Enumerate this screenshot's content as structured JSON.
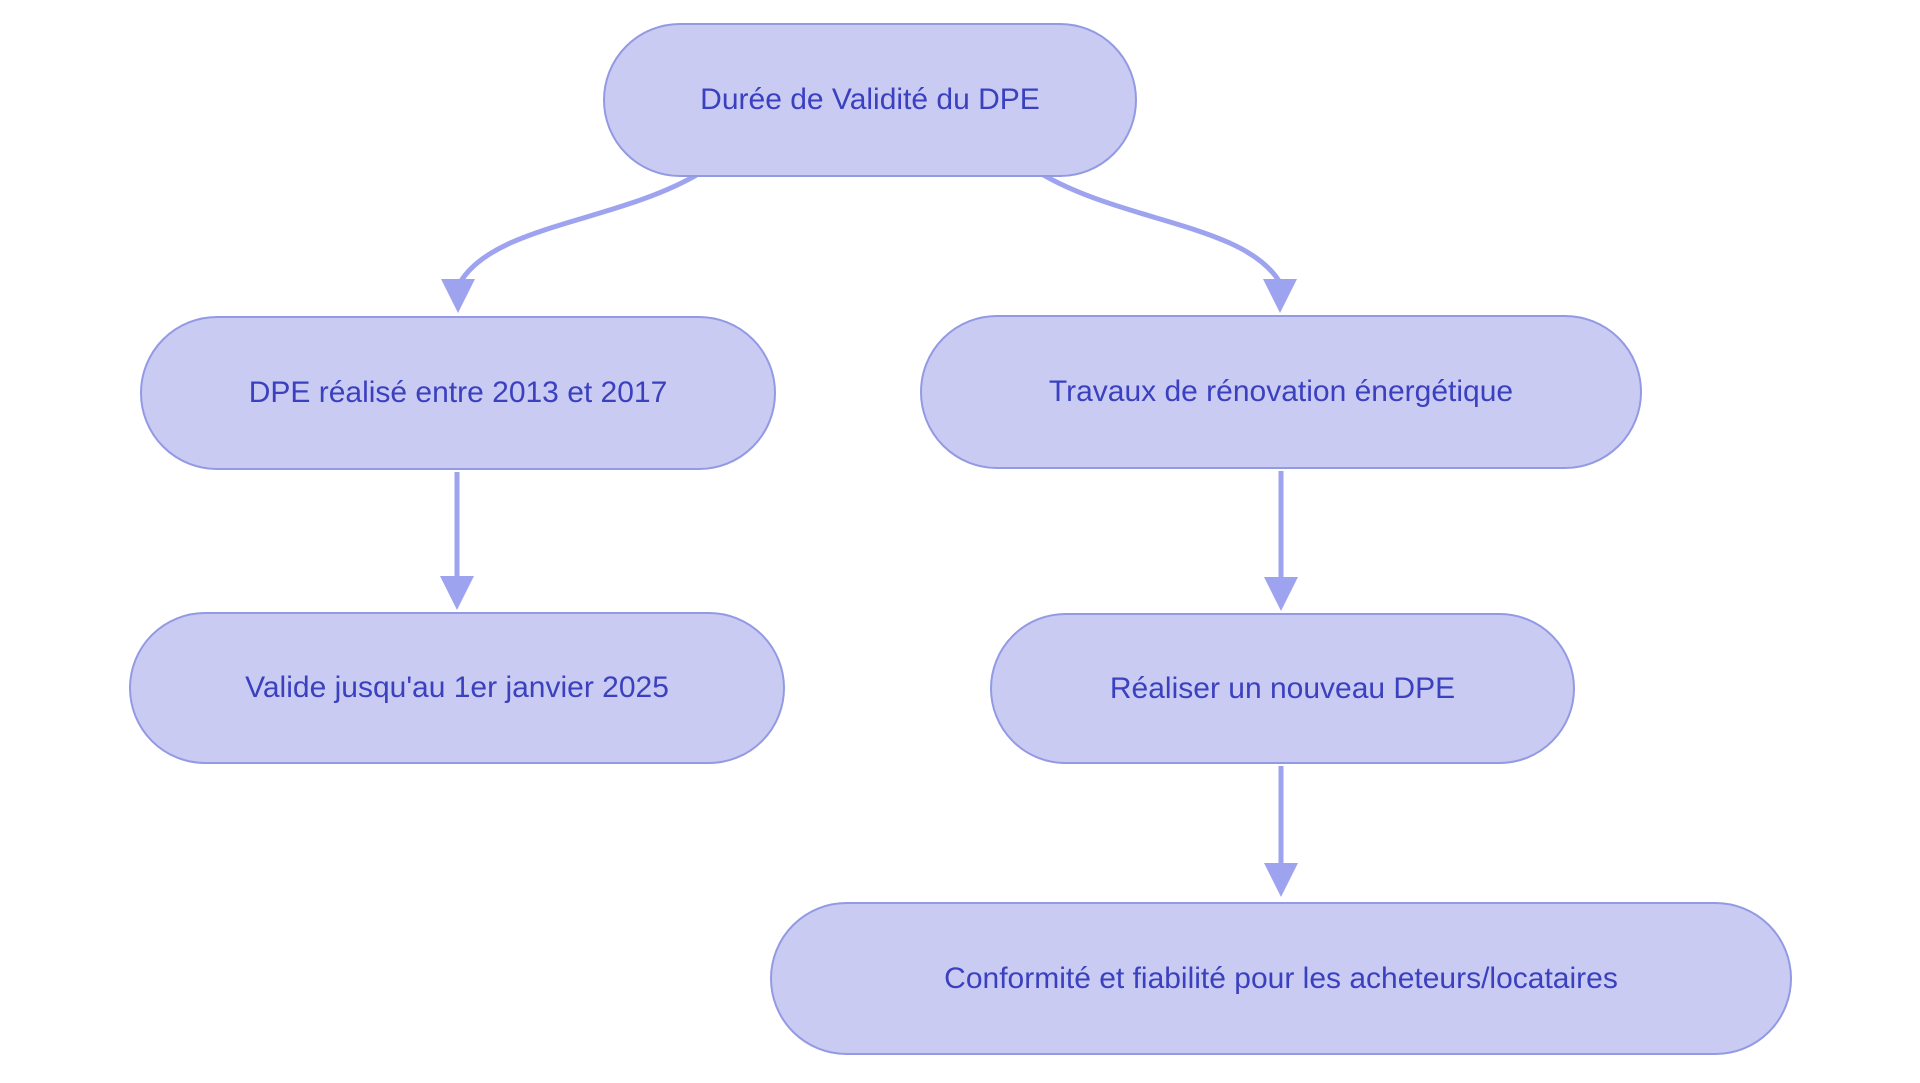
{
  "diagram": {
    "type": "flowchart",
    "direction": "top-down",
    "nodes": [
      {
        "id": "root",
        "label": "Durée de Validité du DPE"
      },
      {
        "id": "left1",
        "label": "DPE réalisé entre 2013 et 2017"
      },
      {
        "id": "right1",
        "label": "Travaux de rénovation énergétique"
      },
      {
        "id": "left2",
        "label": "Valide jusqu'au 1er janvier 2025"
      },
      {
        "id": "right2",
        "label": "Réaliser un nouveau DPE"
      },
      {
        "id": "right3",
        "label": "Conformité et fiabilité pour les acheteurs/locataires"
      }
    ],
    "edges": [
      {
        "from": "root",
        "to": "left1"
      },
      {
        "from": "root",
        "to": "right1"
      },
      {
        "from": "left1",
        "to": "left2"
      },
      {
        "from": "right1",
        "to": "right2"
      },
      {
        "from": "right2",
        "to": "right3"
      }
    ],
    "colors": {
      "background": "#FFFFFF",
      "node_fill": "#C9CBF3",
      "node_border": "#939AE4",
      "arrow": "#9EA3EF",
      "text": "#3B40BF"
    }
  }
}
